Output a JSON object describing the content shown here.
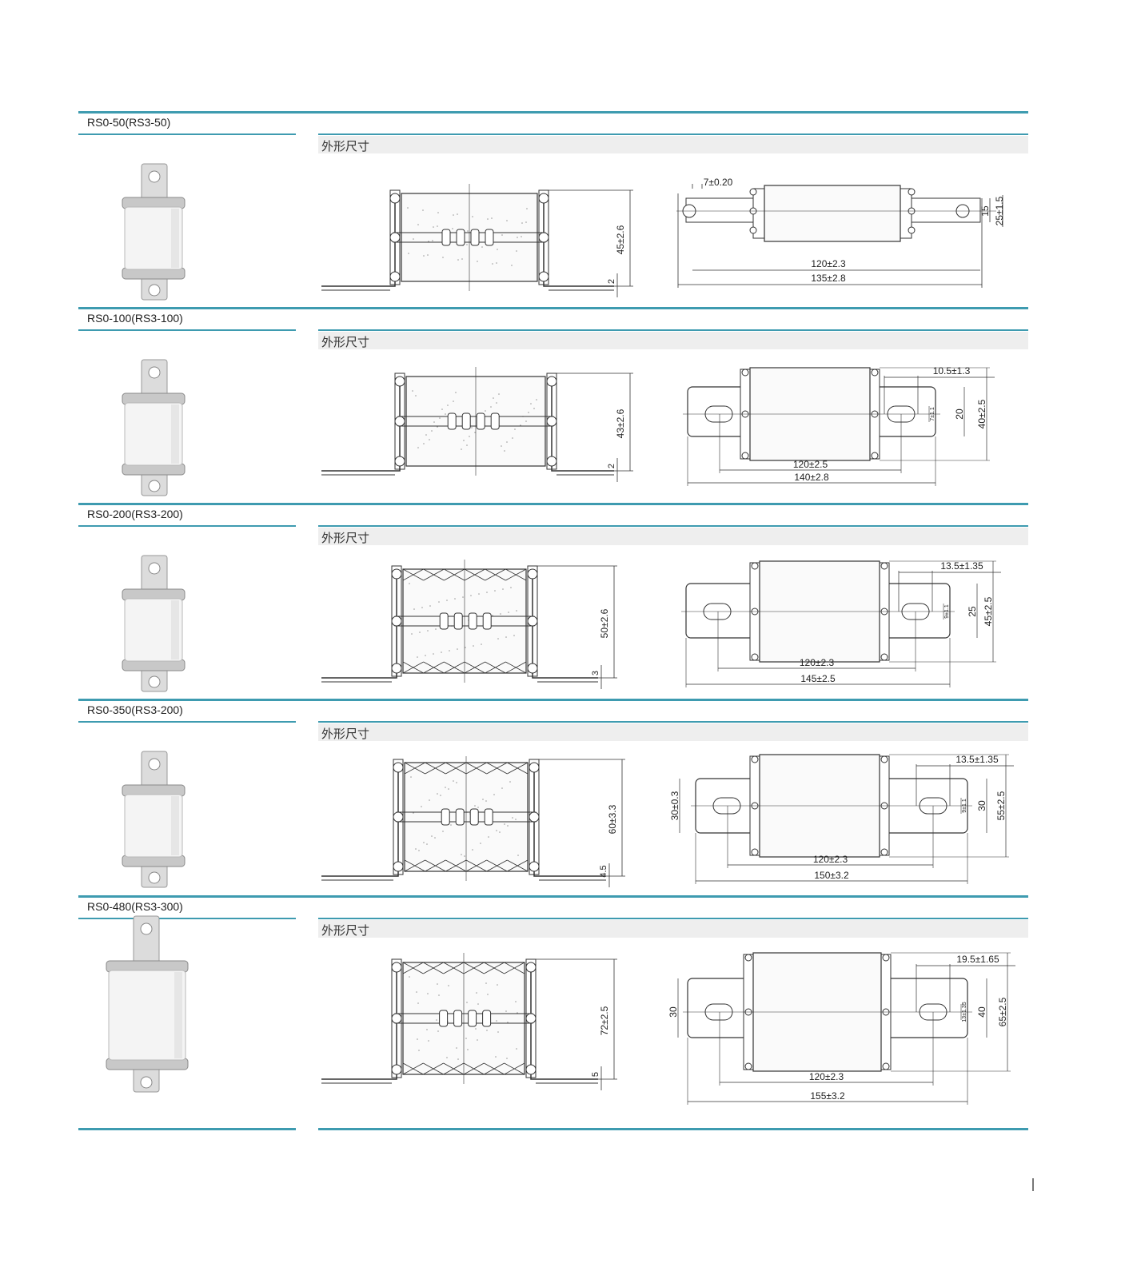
{
  "section_label": "外形尺寸",
  "products": [
    {
      "model": "RS0-50(RS3-50)",
      "side": {
        "height": "45±2.6",
        "thickness": "2"
      },
      "top": {
        "slot": "7±0.20",
        "body": "120±2.3",
        "total": "135±2.8",
        "tab": "15",
        "width": "25±1.5"
      }
    },
    {
      "model": "RS0-100(RS3-100)",
      "side": {
        "height": "43±2.6",
        "thickness": "2"
      },
      "top": {
        "slot": "10.5±1.3",
        "hole": "7±1.1",
        "tab": "20",
        "width": "40±2.5",
        "body": "120±2.5",
        "total": "140±2.8"
      }
    },
    {
      "model": "RS0-200(RS3-200)",
      "side": {
        "height": "50±2.6",
        "thickness": "3"
      },
      "top": {
        "slot": "13.5±1.35",
        "hole": "9±1.1",
        "tab": "25",
        "width": "45±2.5",
        "body": "120±2.3",
        "total": "145±2.5"
      }
    },
    {
      "model": "RS0-350(RS3-200)",
      "side": {
        "height": "60±3.3",
        "thickness": "4.5"
      },
      "top": {
        "slot": "13.5±1.35",
        "hole": "9±1.1",
        "tab": "30",
        "width": "55±2.5",
        "left": "30±0.3",
        "body": "120±2.3",
        "total": "150±3.2"
      }
    },
    {
      "model": "RS0-480(RS3-300)",
      "side": {
        "height": "72±2.5",
        "thickness": "5"
      },
      "top": {
        "slot": "19.5±1.65",
        "hole": "13±1.35",
        "tab": "40",
        "width": "65±2.5",
        "left": "30",
        "body": "120±2.3",
        "total": "155±3.2"
      }
    }
  ]
}
